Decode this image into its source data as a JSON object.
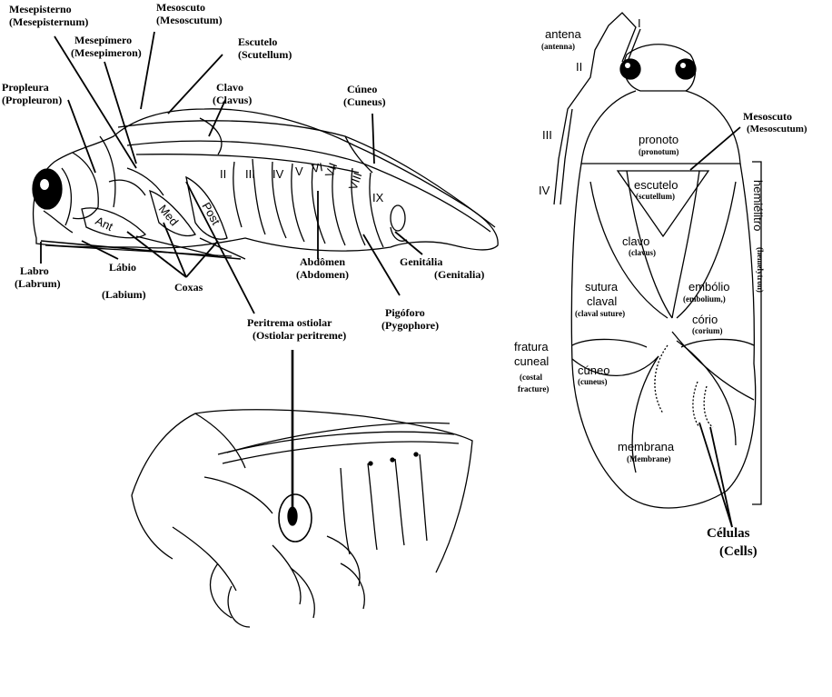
{
  "lateral": {
    "mesepisterno": "Mesepisterno",
    "mesepisterno_en": "(Mesepisternum)",
    "mesoscuto": "Mesoscuto",
    "mesoscuto_en": "(Mesoscutum)",
    "mesepimero": "Mesepímero",
    "mesepimero_en": "(Mesepimeron)",
    "escutelo": "Escutelo",
    "escutelo_en": "(Scutellum)",
    "propleura": "Propleura",
    "propleura_en": "(Propleuron)",
    "clavo": "Clavo",
    "clavo_en": "(Clavus)",
    "cuneo": "Cúneo",
    "cuneo_en": "(Cuneus)",
    "labro": "Labro",
    "labro_en": "(Labrum)",
    "labio": "Lábio",
    "labio_en": "(Labium)",
    "coxas": "Coxas",
    "abdomen": "Abdômen",
    "abdomen_en": "(Abdomen)",
    "genitalia": "Genitália",
    "genitalia_en": "(Genitalia)",
    "pigoforo": "Pigóforo",
    "pigoforo_en": "(Pygophore)",
    "peritrema": "Peritrema ostiolar",
    "peritrema_en": "(Ostiolar peritreme)",
    "coxa_ant": "Ant",
    "coxa_med": "Med",
    "coxa_post": "Post",
    "segments": [
      "II",
      "III",
      "IV",
      "V",
      "VI",
      "VII",
      "VIII",
      "IX"
    ]
  },
  "dorsal": {
    "antena": "antena",
    "antena_en": "(antenna)",
    "antenna_segments": [
      "I",
      "II",
      "III",
      "IV"
    ],
    "mesoscuto": "Mesoscuto",
    "mesoscuto_en": "(Mesoscutum)",
    "pronoto": "pronoto",
    "pronoto_en": "(pronotum)",
    "escutelo": "escutelo",
    "escutelo_en": "(scutellum)",
    "hemielitro": "hemiélitro",
    "hemielitro_en": "(hemelytron)",
    "clavo": "clavo",
    "clavo_en": "(clavus)",
    "sutura_1": "sutura",
    "sutura_2": "claval",
    "sutura_en": "(claval suture)",
    "embolio": "embólio",
    "embolio_en": "(embolium,)",
    "corio": "cório",
    "corio_en": "(corium)",
    "fratura_1": "fratura",
    "fratura_2": "cuneal",
    "fratura_en_1": "(costal",
    "fratura_en_2": "fracture)",
    "cuneo": "cúneo",
    "cuneo_en": "(cuneus)",
    "membrana": "membrana",
    "membrana_en": "(Membrane)",
    "celulas": "Células",
    "celulas_en": "(Cells)"
  }
}
